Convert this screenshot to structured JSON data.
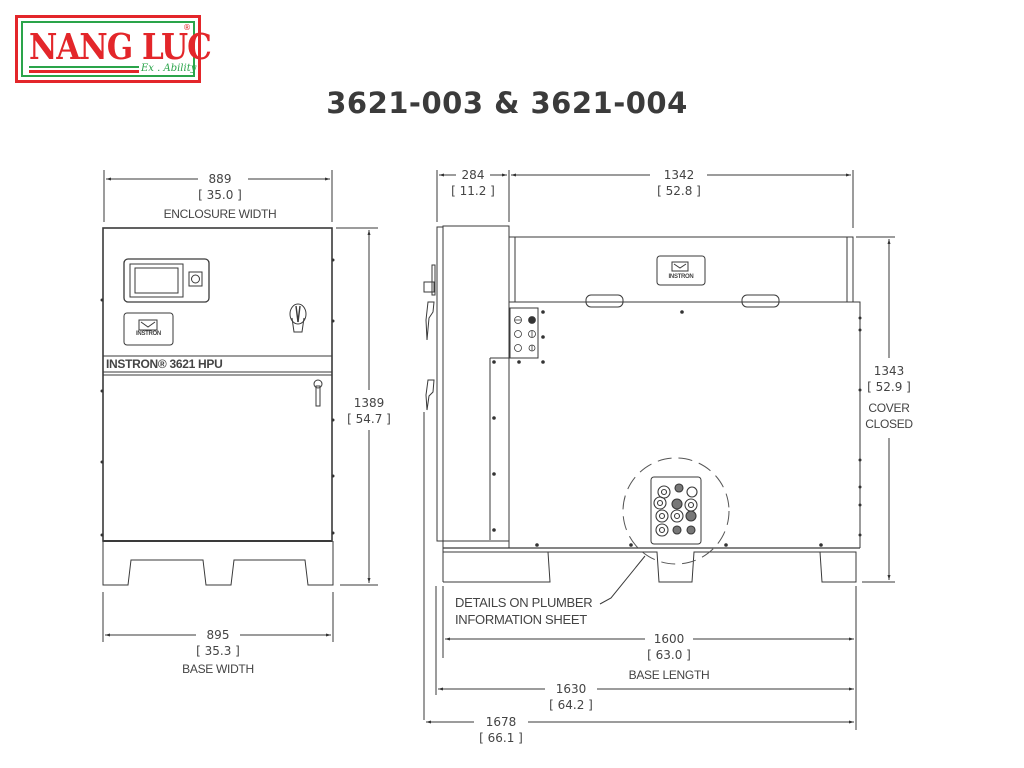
{
  "logo": {
    "brand": "NANG LUC",
    "registered": "®",
    "tagline": "Ex . Ability",
    "colors": {
      "primary": "#e3262a",
      "secondary": "#2aa44a"
    }
  },
  "title": "3621-003 & 3621-004",
  "front_view": {
    "panel_label": "INSTRON® 3621 HPU",
    "logo_badge": "INSTRON",
    "dimensions": {
      "enclosure_width": {
        "mm": "889",
        "in": "[ 35.0 ]",
        "label": "ENCLOSURE WIDTH"
      },
      "height": {
        "mm": "1389",
        "in": "[ 54.7 ]"
      },
      "base_width": {
        "mm": "895",
        "in": "[ 35.3 ]",
        "label": "BASE WIDTH"
      }
    }
  },
  "side_view": {
    "logo_badge": "INSTRON",
    "callout": {
      "line1": "DETAILS ON PLUMBER",
      "line2": "INFORMATION SHEET"
    },
    "dimensions": {
      "door_depth": {
        "mm": "284",
        "in": "[ 11.2 ]"
      },
      "body_length": {
        "mm": "1342",
        "in": "[ 52.8 ]"
      },
      "height_cover_closed": {
        "mm": "1343",
        "in": "[ 52.9 ]",
        "label1": "COVER",
        "label2": "CLOSED"
      },
      "base_length": {
        "mm": "1600",
        "in": "[ 63.0 ]",
        "label": "BASE LENGTH"
      },
      "overall_1": {
        "mm": "1630",
        "in": "[ 64.2 ]"
      },
      "overall_2": {
        "mm": "1678",
        "in": "[ 66.1 ]"
      }
    }
  }
}
